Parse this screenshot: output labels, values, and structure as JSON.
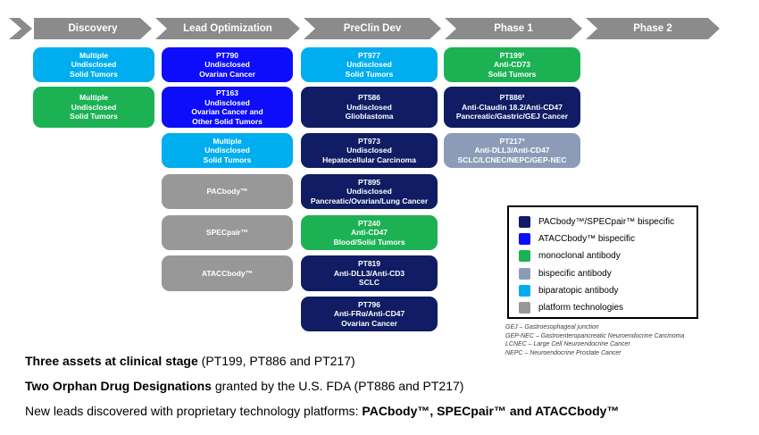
{
  "header": {
    "phases": [
      {
        "label": "Discovery"
      },
      {
        "label": "Lead Optimization"
      },
      {
        "label": "PreClin Dev"
      },
      {
        "label": "Phase 1"
      },
      {
        "label": "Phase 2"
      }
    ]
  },
  "colors": {
    "navy": "#101C63",
    "blue": "#0D0DFB",
    "green": "#1CB254",
    "slate": "#8C9CB8",
    "cyan": "#00AEEF",
    "gray": "#989898",
    "arrow": "#8B8B8B"
  },
  "pipeline": {
    "columns": [
      {
        "phase": "Discovery",
        "boxes": [
          {
            "row": 1,
            "type": "biparatopic",
            "lines": [
              "Multiple",
              "Undisclosed",
              "Solid Tumors"
            ]
          },
          {
            "row": 2,
            "type": "monoclonal",
            "lines": [
              "Multiple",
              "Undisclosed",
              "Solid Tumors"
            ]
          }
        ]
      },
      {
        "phase": "Lead Optimization",
        "boxes": [
          {
            "row": 1,
            "type": "atacc",
            "lines": [
              "PT790",
              "Undisclosed",
              "Ovarian Cancer"
            ]
          },
          {
            "row": 2,
            "type": "atacc",
            "lines": [
              "PT163",
              "Undisclosed",
              "Ovarian Cancer and",
              "Other Solid Tumors"
            ]
          },
          {
            "row": 3,
            "type": "biparatopic",
            "lines": [
              "Multiple",
              "Undisclosed",
              "Solid Tumors"
            ]
          },
          {
            "row": 4,
            "type": "platform",
            "lines": [
              "PACbody™"
            ]
          },
          {
            "row": 5,
            "type": "platform",
            "lines": [
              "SPECpair™"
            ]
          },
          {
            "row": 6,
            "type": "platform",
            "lines": [
              "ATACCbody™"
            ]
          }
        ]
      },
      {
        "phase": "PreClin Dev",
        "boxes": [
          {
            "row": 1,
            "type": "biparatopic",
            "lines": [
              "PT977",
              "Undisclosed",
              "Solid Tumors"
            ]
          },
          {
            "row": 2,
            "type": "pacspec",
            "lines": [
              "PT586",
              "Undisclosed",
              "Glioblastoma"
            ]
          },
          {
            "row": 3,
            "type": "pacspec",
            "lines": [
              "PT973",
              "Undisclosed",
              "Hepatocellular Carcinoma"
            ]
          },
          {
            "row": 4,
            "type": "pacspec",
            "lines": [
              "PT895",
              "Undisclosed",
              "Pancreatic/Ovarian/Lung Cancer"
            ]
          },
          {
            "row": 5,
            "type": "monoclonal",
            "lines": [
              "PT240",
              "Anti-CD47",
              "Blood/Solid Tumors"
            ]
          },
          {
            "row": 6,
            "type": "pacspec",
            "lines": [
              "PT819",
              "Anti-DLL3/Anti-CD3",
              "SCLC"
            ]
          },
          {
            "row": 7,
            "type": "pacspec",
            "lines": [
              "PT796",
              "Anti-FRα/Anti-CD47",
              "Ovarian Cancer"
            ]
          }
        ]
      },
      {
        "phase": "Phase 1",
        "boxes": [
          {
            "row": 1,
            "type": "monoclonal",
            "lines": [
              "PT199¹",
              "Anti-CD73",
              "Solid Tumors"
            ]
          },
          {
            "row": 2,
            "type": "pacspec",
            "lines": [
              "PT886²",
              "Anti-Claudin 18.2/Anti-CD47",
              "Pancreatic/Gastric/GEJ Cancer"
            ]
          },
          {
            "row": 3,
            "type": "bispecific",
            "lines": [
              "PT217³",
              "Anti-DLL3/Anti-CD47",
              "SCLC/LCNEC/NEPC/GEP-NEC"
            ]
          }
        ]
      },
      {
        "phase": "Phase 2",
        "boxes": []
      }
    ],
    "type_colors": {
      "pacspec": "navy",
      "atacc": "blue",
      "monoclonal": "green",
      "bispecific": "slate",
      "biparatopic": "cyan",
      "platform": "gray"
    }
  },
  "legend": {
    "items": [
      {
        "label": "PACbody™/SPECpair™ bispecific",
        "color_key": "navy"
      },
      {
        "label": "ATACCbody™ bispecific",
        "color_key": "blue"
      },
      {
        "label": "monoclonal antibody",
        "color_key": "green"
      },
      {
        "label": "bispecific antibody",
        "color_key": "slate"
      },
      {
        "label": "biparatopic antibody",
        "color_key": "cyan"
      },
      {
        "label": "platform technologies",
        "color_key": "gray"
      }
    ]
  },
  "footnotes": [
    "GEJ – Gastroesophageal junction",
    "GEP-NEC – Gastroenteropancreatic Neuroendocrine Carcinoma",
    "LCNEC – Large Cell Neuroendocrine Cancer",
    "NEPC – Neuroendocrine Prostate Cancer"
  ],
  "summary": [
    {
      "segments": [
        {
          "text": "Three assets at clinical stage",
          "bold": true
        },
        {
          "text": " (PT199, PT886 and PT217)",
          "bold": false
        }
      ]
    },
    {
      "segments": [
        {
          "text": "Two Orphan Drug Designations",
          "bold": true
        },
        {
          "text": " granted by the U.S. FDA (PT886 and PT217)",
          "bold": false
        }
      ]
    },
    {
      "segments": [
        {
          "text": "New leads discovered with proprietary technology platforms: ",
          "bold": false
        },
        {
          "text": "PACbody™, SPECpair™ and ATACCbody™",
          "bold": true
        }
      ]
    }
  ]
}
